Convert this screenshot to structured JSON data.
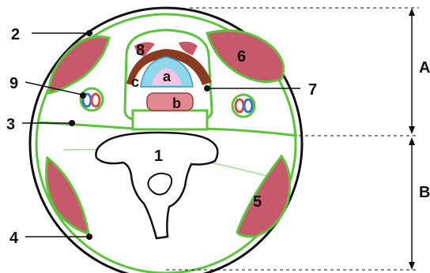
{
  "labels": {
    "l1": "1",
    "l2": "2",
    "l3": "3",
    "l4": "4",
    "l5": "5",
    "l6": "6",
    "l7": "7",
    "l8": "8",
    "l9": "9",
    "la": "a",
    "lb": "b",
    "lc": "c",
    "region_a": "A",
    "region_b": "B"
  },
  "colors": {
    "fascia": "#5cc43a",
    "muscle": "#c75a6a",
    "esophagus": "#e28a92",
    "trachea": "#8fd6ea",
    "trachea_lumen": "#f8c6e3",
    "thyroid": "#8b3a22",
    "artery": "#d84a4a",
    "vein": "#3a72c8",
    "outline": "#111111"
  }
}
